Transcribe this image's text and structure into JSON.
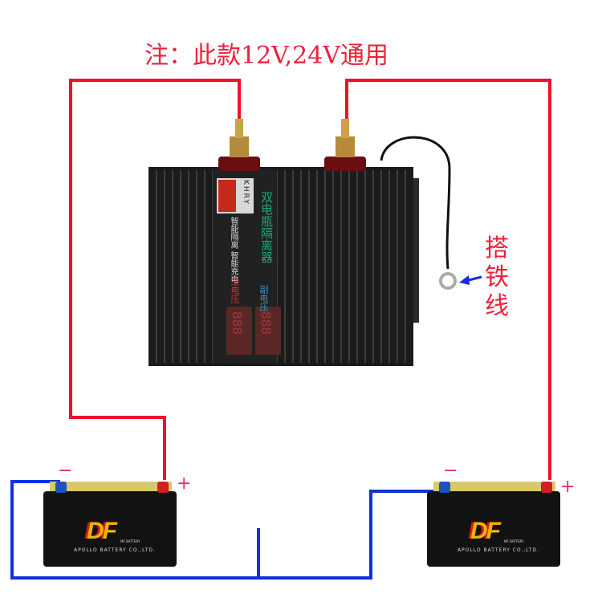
{
  "note": "注：此款12V,24V通用",
  "ground_wire_label": "搭铁线",
  "device": {
    "brand": "KHRY",
    "features": "智能隔离 智能充电",
    "product_name": "双电瓶隔离器",
    "main_voltage_label": "主电压",
    "aux_voltage_label": "副电压",
    "display_digits": "888"
  },
  "batteries": [
    {
      "brand": "DF",
      "sub": "MF BATTERY",
      "maker": "APOLLO BATTERY CO.,LTD.",
      "plus": "+",
      "minus": "−"
    },
    {
      "brand": "DF",
      "sub": "MF BATTERY",
      "maker": "APOLLO BATTERY CO.,LTD.",
      "plus": "+",
      "minus": "−"
    }
  ],
  "colors": {
    "positive_wire": "#f0102a",
    "negative_wire": "#1030e0",
    "device_body": "#1a1c1b"
  }
}
